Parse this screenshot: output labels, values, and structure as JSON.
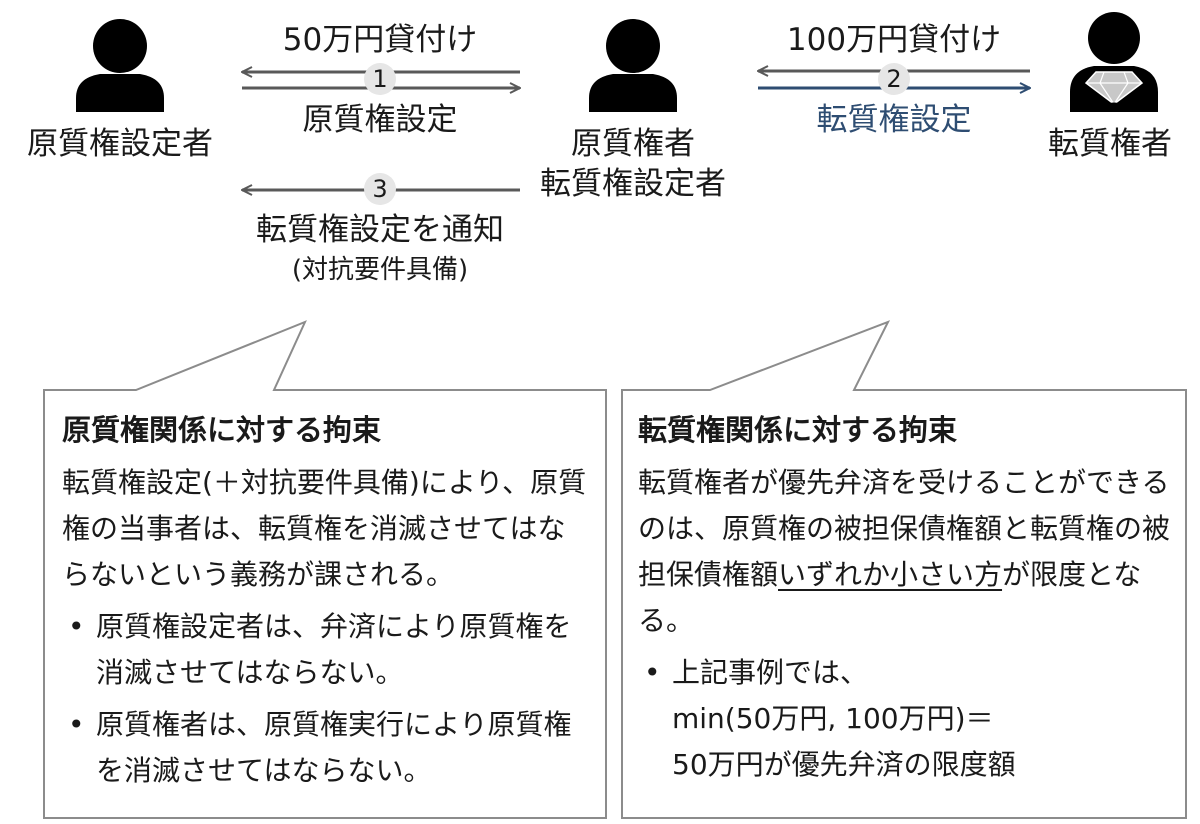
{
  "actors": {
    "pledgor": {
      "label": "原質権設定者",
      "icon": "person-icon"
    },
    "pledgee": {
      "label_line1": "原質権者",
      "label_line2": "転質権設定者",
      "icon": "person-icon"
    },
    "sub_pledgee": {
      "label": "転質権者",
      "icon": "person-holding-diamond-icon"
    }
  },
  "flows": {
    "f1": {
      "number": "1",
      "top": "50万円貸付け",
      "bottom": "原質権設定"
    },
    "f2": {
      "number": "2",
      "top": "100万円貸付け",
      "bottom": "転質権設定"
    },
    "f3": {
      "number": "3",
      "label": "転質権設定を通知",
      "sub": "(対抗要件具備)"
    }
  },
  "boxes": {
    "left": {
      "title": "原質権関係に対する拘束",
      "body": "転質権設定(＋対抗要件具備)により、原質権の当事者は、転質権を消滅させてはならないという義務が課される。",
      "bullets": [
        "原質権設定者は、弁済により原質権を消滅させてはならない。",
        "原質権者は、原質権実行により原質権を消滅させてはならない。"
      ]
    },
    "right": {
      "title": "転質権関係に対する拘束",
      "body_pre": "転質権者が優先弁済を受けることができるのは、原質権の被担保債権額と転質権の被担保債権額",
      "body_underlined": "いずれか小さい方",
      "body_post": "が限度となる。",
      "bullet_line1": "上記事例では、",
      "bullet_line2": "min(50万円, 100万円)＝",
      "bullet_line3": "50万円が優先弁済の限度額"
    }
  },
  "colors": {
    "arrow_gray": "#595959",
    "arrow_blue": "#2e4d72",
    "box_border": "#8c8c8c",
    "badge": "#e6e6e6"
  }
}
